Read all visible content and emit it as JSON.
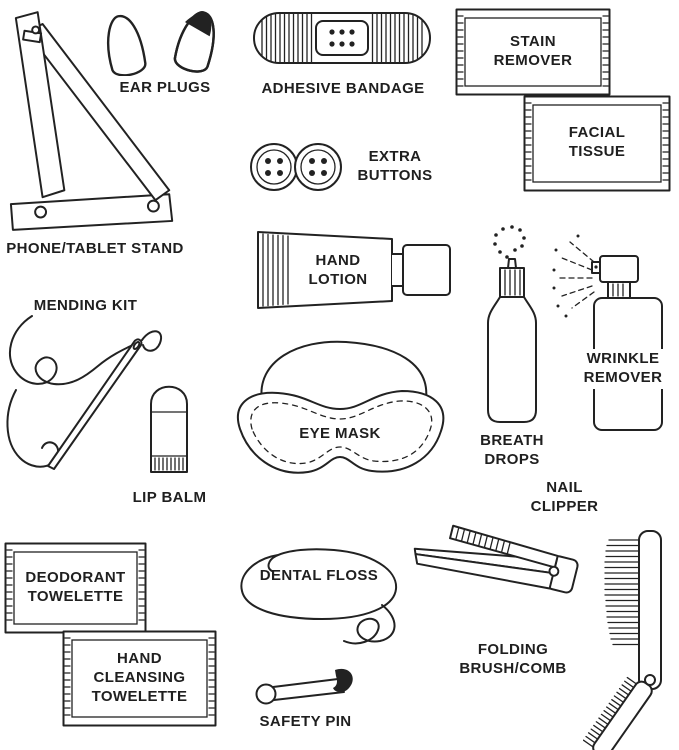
{
  "page": {
    "background": "#ffffff",
    "line_color": "#222222",
    "text_color": "#1f1f1f"
  },
  "items": {
    "phone_tablet_stand": {
      "label": "PHONE/TABLET STAND"
    },
    "ear_plugs": {
      "label": "EAR PLUGS"
    },
    "adhesive_bandage": {
      "label": "ADHESIVE BANDAGE"
    },
    "stain_remover": {
      "label": "STAIN\nREMOVER"
    },
    "facial_tissue": {
      "label": "FACIAL\nTISSUE"
    },
    "extra_buttons": {
      "label": "EXTRA\nBUTTONS"
    },
    "hand_lotion": {
      "label": "HAND\nLOTION"
    },
    "mending_kit": {
      "label": "MENDING KIT"
    },
    "breath_drops": {
      "label": "BREATH\nDROPS"
    },
    "wrinkle_remover": {
      "label": "WRINKLE\nREMOVER"
    },
    "lip_balm": {
      "label": "LIP BALM"
    },
    "eye_mask": {
      "label": "EYE MASK"
    },
    "nail_clipper": {
      "label": "NAIL\nCLIPPER"
    },
    "deodorant_towelette": {
      "label": "DEODORANT\nTOWELETTE"
    },
    "hand_cleansing_towelette": {
      "label": "HAND\nCLEANSING\nTOWELETTE"
    },
    "dental_floss": {
      "label": "DENTAL FLOSS"
    },
    "safety_pin": {
      "label": "SAFETY PIN"
    },
    "folding_brush_comb": {
      "label": "FOLDING\nBRUSH/COMB"
    }
  }
}
